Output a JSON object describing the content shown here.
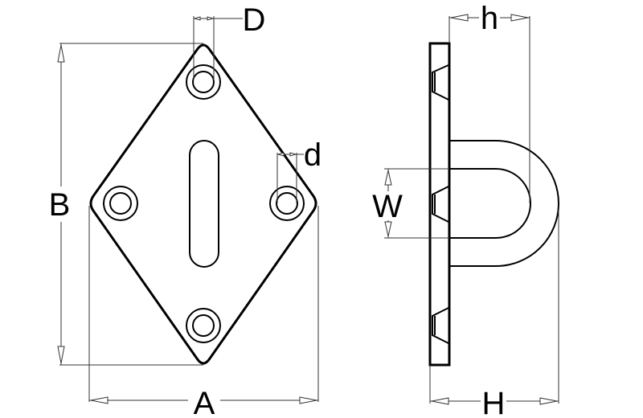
{
  "labels": {
    "A": "A",
    "B": "B",
    "D": "D",
    "d": "d",
    "h": "h",
    "H": "H",
    "W": "W"
  }
}
